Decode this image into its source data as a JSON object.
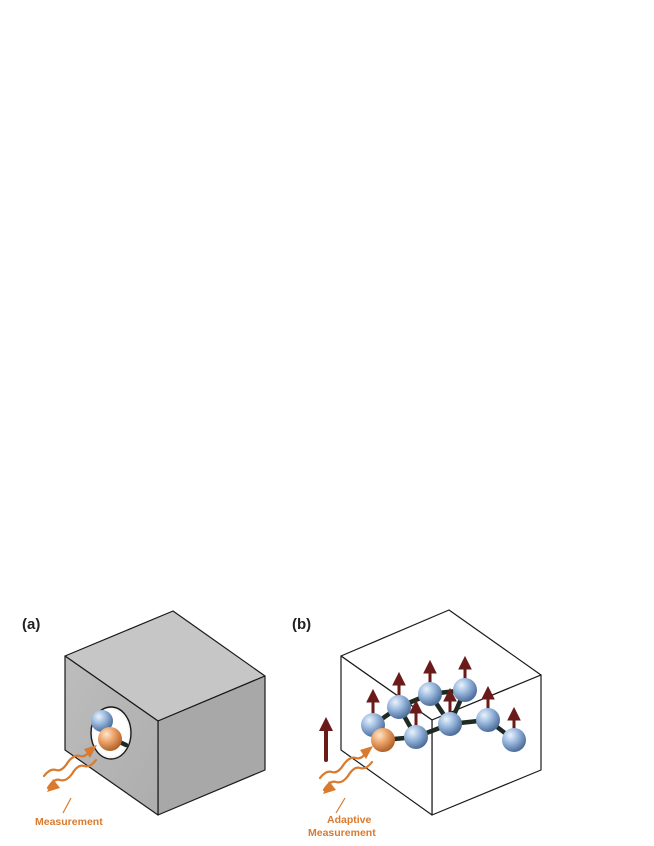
{
  "panels": {
    "a": {
      "label": "(a)",
      "caption": "Measurement"
    },
    "b": {
      "label": "(b)",
      "caption_line1": "Adaptive",
      "caption_line2": "Measurement"
    }
  },
  "colors": {
    "cube_front": "#b7b7b7",
    "cube_top": "#c8c8c8",
    "cube_side": "#a9a9a9",
    "open_cube": "#ffffff",
    "blue_qubit": "#8fb0d8",
    "orange_qubit": "#e6a06a",
    "spin_arrow": "#6b1a1a",
    "measurement": "#d97a2e",
    "bond": "#1f2a22"
  },
  "icons": {
    "qubit": "sphere-icon",
    "spin": "up-arrow-icon",
    "probe": "wavy-arrow-icon"
  }
}
